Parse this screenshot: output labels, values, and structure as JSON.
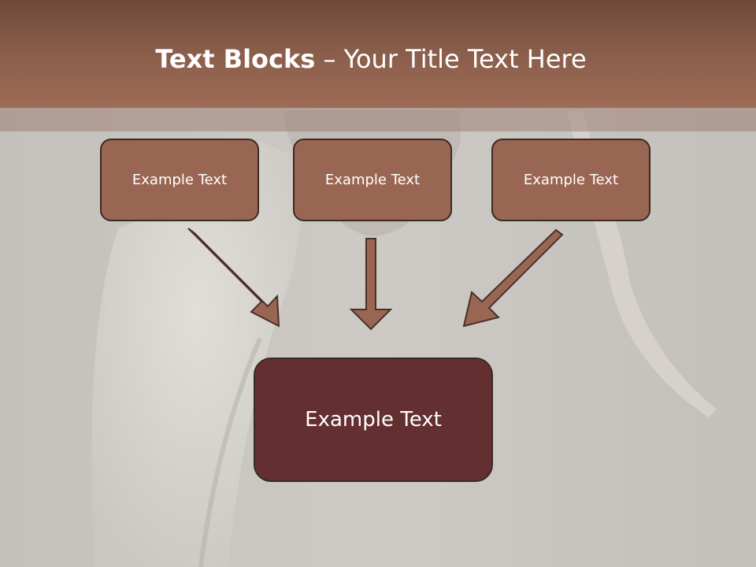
{
  "title": {
    "bold": "Text Blocks",
    "rest": " – Your Title Text Here"
  },
  "blocks": [
    {
      "label": "Example Text"
    },
    {
      "label": "Example Text"
    },
    {
      "label": "Example Text"
    }
  ],
  "main_block": {
    "label": "Example Text"
  },
  "colors": {
    "title_bar": "#8a5e4b",
    "block_fill": "#9a6654",
    "main_fill": "#642f30",
    "arrow_fill": "#9a6654",
    "outline": "#3a2a24",
    "background": "#c8c4c0"
  }
}
